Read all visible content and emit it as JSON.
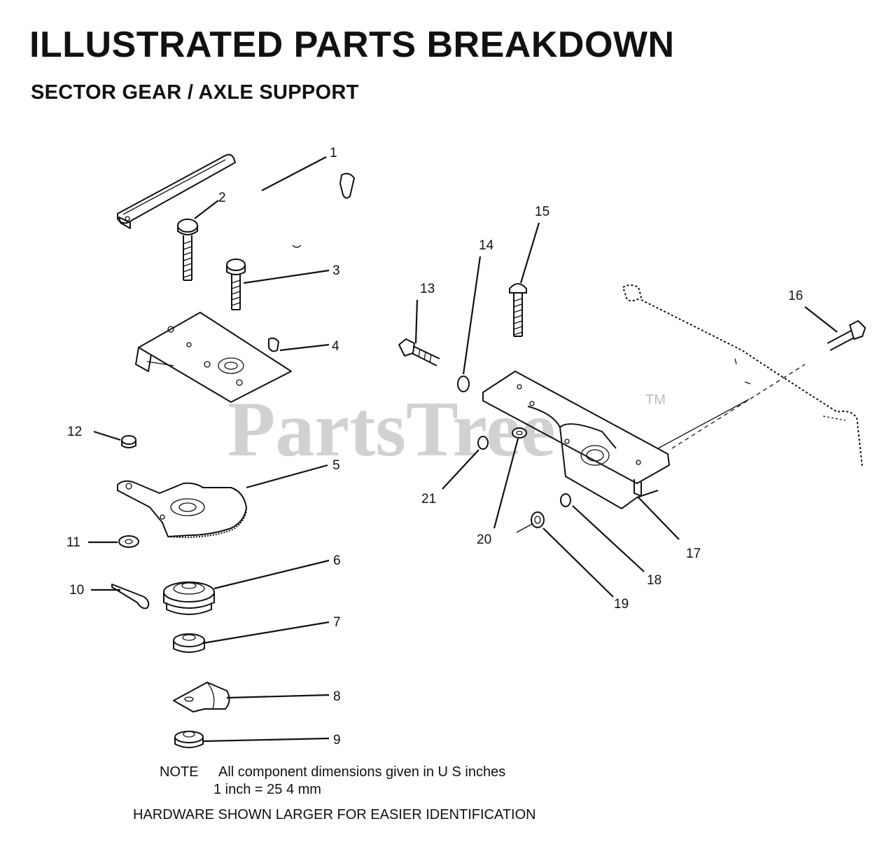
{
  "header": {
    "title": "ILLUSTRATED PARTS BREAKDOWN",
    "subtitle": "SECTOR GEAR / AXLE SUPPORT"
  },
  "watermark": {
    "text": "PartsTree",
    "trademark": "TM"
  },
  "callouts": [
    "1",
    "2",
    "3",
    "4",
    "5",
    "6",
    "7",
    "8",
    "9",
    "10",
    "11",
    "12",
    "13",
    "14",
    "15",
    "16",
    "17",
    "18",
    "19",
    "20",
    "21"
  ],
  "notes": {
    "label": "NOTE",
    "text": "All component dimensions given in U S  inches",
    "conversion": "1 inch = 25 4 mm",
    "hardware": "HARDWARE SHOWN LARGER FOR EASIER IDENTIFICATION"
  },
  "colors": {
    "ink": "#111111",
    "watermark": "#c9c9c9",
    "background": "#ffffff"
  }
}
